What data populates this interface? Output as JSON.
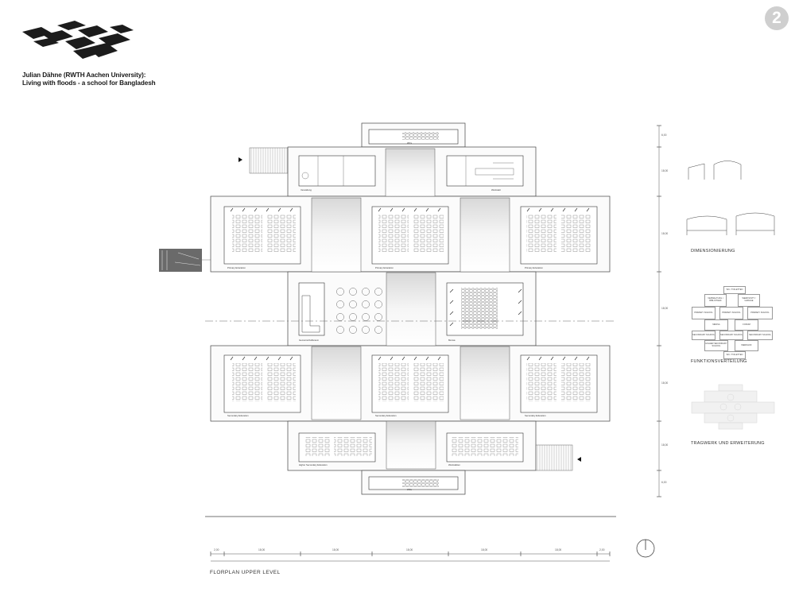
{
  "header": {
    "title_line1": "Julian Dähne (RWTH Aachen University):",
    "title_line2": "Living with floods - a school for Bangladesh",
    "page_number": "2"
  },
  "plan": {
    "caption": "FLORPLAN UPPER LEVEL",
    "room_labels": {
      "top_module": "WCs",
      "top_left": "Verwaltung",
      "top_right": "Werkstatt",
      "left_class": "Primary Education",
      "center_class": "Primary Education",
      "right_class": "Primary Education",
      "mid_left": "Gemeinschaftsraum",
      "mid_right": "Mensa",
      "low_left": "Secondary Education",
      "low_center": "Secondary Education",
      "low_right": "Secondary Education",
      "bottom_left": "Higher Secondary Education",
      "bottom_right": "Werkstätten",
      "bottom_module": "WCs"
    },
    "bottom_dimensions": [
      "2,00",
      "18,00",
      "18,00",
      "18,00",
      "18,00",
      "18,00",
      "2,00"
    ],
    "right_dimensions": [
      "6,00",
      "18,00",
      "18,00",
      "18,00",
      "18,00",
      "18,00",
      "6,00"
    ]
  },
  "sidebar": {
    "dimensioning_caption": "DIMENSIONIERUNG",
    "functions_caption": "FUNKTIONSVERTEILUNG",
    "structure_caption": "TRAGWERK UND ERWEITERUNG",
    "function_cells": [
      {
        "label": "WC / TOILETTEN"
      },
      {
        "label": "VERWALTUNG / BIBLIOTHEK"
      },
      {
        "label": "WERKSTATT / GARAGE"
      },
      {
        "label": "PRIMARY SCHOOL"
      },
      {
        "label": "PRIMARY SCHOOL"
      },
      {
        "label": "PRIMARY SCHOOL"
      },
      {
        "label": "MENSA"
      },
      {
        "label": "FORUM"
      },
      {
        "label": "SECONDARY SCHOOL"
      },
      {
        "label": "SECONDARY SCHOOL"
      },
      {
        "label": "SECONDARY SCHOOL"
      },
      {
        "label": "HIGHER SECONDARY SCHOOL"
      },
      {
        "label": "WERKHOF"
      },
      {
        "label": "WC / TOILETTEN"
      }
    ]
  },
  "colors": {
    "ink": "#222222",
    "void": "#e8e8e8",
    "badge": "#cfcfcf"
  },
  "icons": [
    "school-logo",
    "north-arrow-icon",
    "section-arrow-icon"
  ]
}
